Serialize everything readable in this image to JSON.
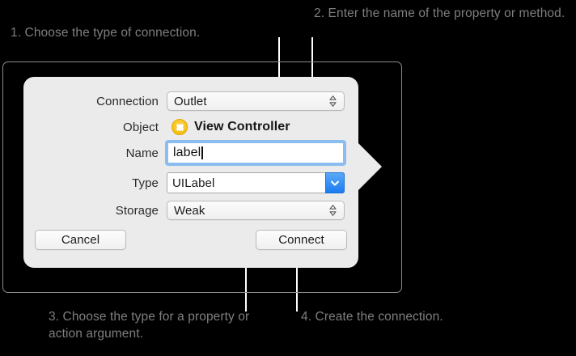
{
  "callouts": [
    {
      "id": 1,
      "text": "1. Choose the type of connection."
    },
    {
      "id": 2,
      "text": "2. Enter the name of the property or method."
    },
    {
      "id": 3,
      "text": "3. Choose the type for a property or action argument."
    },
    {
      "id": 4,
      "text": "4. Create the connection."
    }
  ],
  "dialog": {
    "rows": {
      "connection": {
        "label": "Connection",
        "value": "Outlet",
        "control": "popup-button",
        "icon": "stepper-updown-icon"
      },
      "object": {
        "label": "Object",
        "value": "View Controller",
        "control": "static-object",
        "icon": "view-controller-icon"
      },
      "name": {
        "label": "Name",
        "value": "label",
        "placeholder": "",
        "control": "text-field-focused"
      },
      "type": {
        "label": "Type",
        "value": "UILabel",
        "control": "combo-box",
        "icon": "chevron-down-icon"
      },
      "storage": {
        "label": "Storage",
        "value": "Weak",
        "control": "popup-button",
        "icon": "stepper-updown-icon"
      }
    },
    "buttons": {
      "cancel": "Cancel",
      "connect": "Connect"
    }
  },
  "colors": {
    "background": "#000000",
    "caption_text": "#7e7e7e",
    "leader_line": "#ffffff",
    "frame_border": "#8a8a8a",
    "popover_bg": "#ebebeb",
    "focus_ring": "#8bbdf0",
    "combo_button_blue": "#1a7cf0",
    "object_icon_yellow": "#f5b800"
  }
}
